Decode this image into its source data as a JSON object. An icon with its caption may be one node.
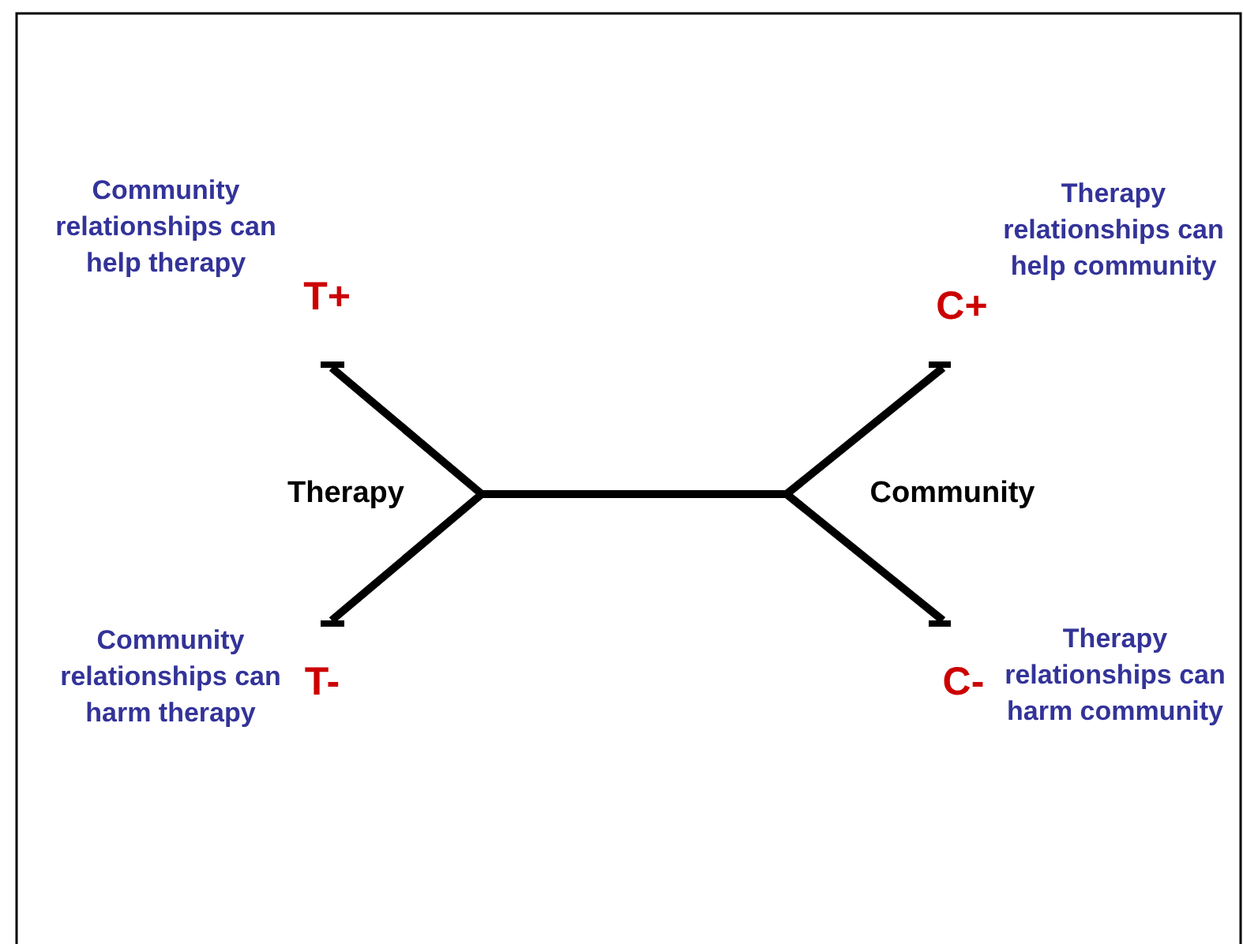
{
  "diagram": {
    "labels": [
      "Community relationships can help therapy",
      "Therapy relationships can help community",
      "T+",
      "C+",
      "Therapy",
      "Community",
      "Community relationships can harm therapy",
      "T-",
      "Therapy relationships can harm community",
      "C-"
    ]
  }
}
